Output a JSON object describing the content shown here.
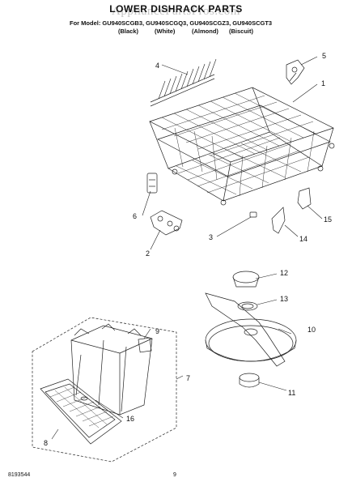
{
  "header": {
    "title": "LOWER DISHRACK PARTS",
    "watermark": "AppliancePartsPros.com",
    "models_line": "For Model: GU940SCGB3, GU940SCGQ3, GU940SCGZ3, GU940SCGT3",
    "colors": [
      "(Black)",
      "(White)",
      "(Almond)",
      "(Biscuit)"
    ]
  },
  "callouts": [
    "1",
    "2",
    "3",
    "4",
    "5",
    "6",
    "7",
    "8",
    "9",
    "10",
    "11",
    "12",
    "13",
    "14",
    "15",
    "16"
  ],
  "footer": {
    "doc_number": "8193544",
    "page_number": "9"
  }
}
